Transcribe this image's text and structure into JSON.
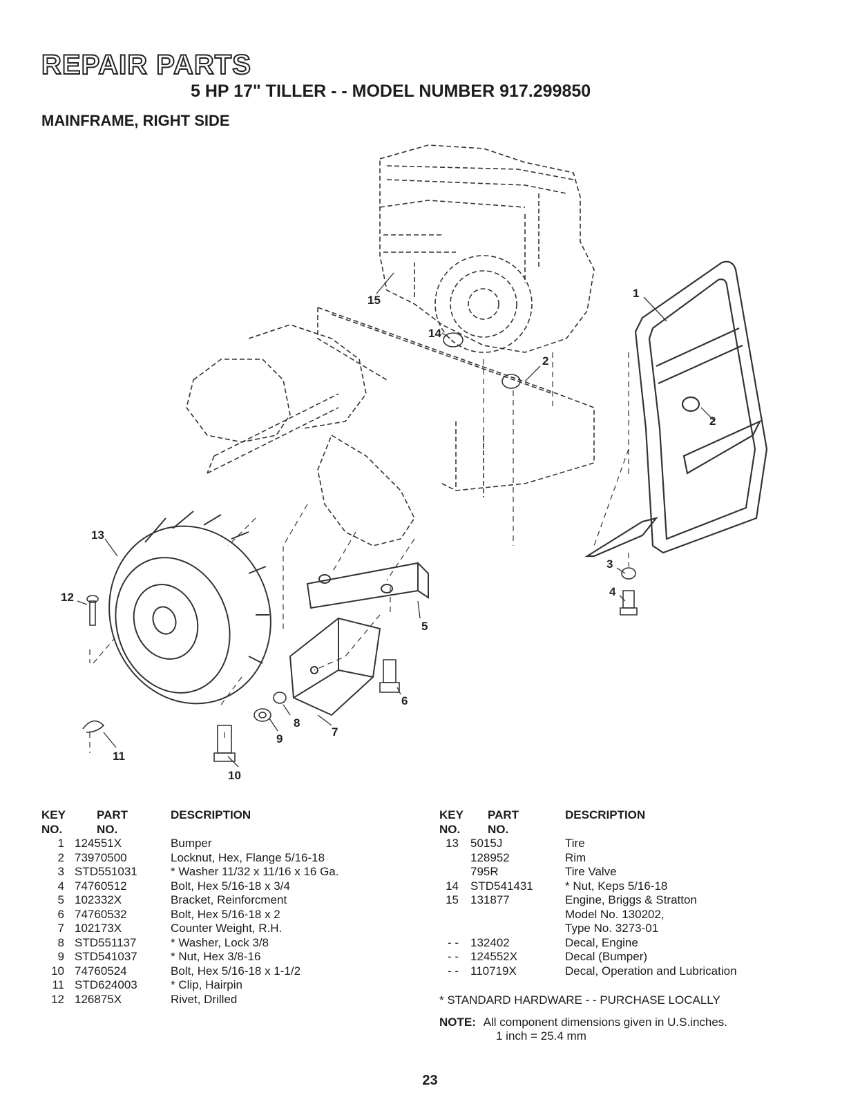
{
  "header": {
    "title": "REPAIR PARTS",
    "subtitle": "5 HP 17\" TILLER - - MODEL NUMBER 917.299850",
    "section": "MAINFRAME, RIGHT SIDE"
  },
  "diagram": {
    "callouts": [
      "1",
      "2",
      "2",
      "3",
      "4",
      "5",
      "6",
      "7",
      "8",
      "9",
      "10",
      "11",
      "12",
      "13",
      "14",
      "15"
    ]
  },
  "table_headers": {
    "key_line1": "KEY",
    "key_line2": "NO.",
    "part_line1": "PART",
    "part_line2": "NO.",
    "description": "DESCRIPTION"
  },
  "parts_left": [
    {
      "key": "1",
      "part": "124551X",
      "desc": "Bumper"
    },
    {
      "key": "2",
      "part": "73970500",
      "desc": "Locknut, Hex, Flange  5/16-18"
    },
    {
      "key": "3",
      "part": "STD551031",
      "desc": "* Washer  11/32 x 11/16 x 16 Ga."
    },
    {
      "key": "4",
      "part": "74760512",
      "desc": "Bolt, Hex  5/16-18 x 3/4"
    },
    {
      "key": "5",
      "part": "102332X",
      "desc": "Bracket, Reinforcment"
    },
    {
      "key": "6",
      "part": "74760532",
      "desc": "Bolt, Hex  5/16-18 x 2"
    },
    {
      "key": "7",
      "part": "102173X",
      "desc": "Counter Weight, R.H."
    },
    {
      "key": "8",
      "part": "STD551137",
      "desc": "* Washer, Lock  3/8"
    },
    {
      "key": "9",
      "part": "STD541037",
      "desc": "* Nut, Hex  3/8-16"
    },
    {
      "key": "10",
      "part": "74760524",
      "desc": "Bolt, Hex  5/16-18 x 1-1/2"
    },
    {
      "key": "11",
      "part": "STD624003",
      "desc": "* Clip, Hairpin"
    },
    {
      "key": "12",
      "part": "126875X",
      "desc": "Rivet, Drilled"
    }
  ],
  "parts_right": [
    {
      "key": "13",
      "part": "5015J",
      "desc": "Tire"
    },
    {
      "key": "",
      "part": "128952",
      "desc": "Rim"
    },
    {
      "key": "",
      "part": "795R",
      "desc": "Tire Valve"
    },
    {
      "key": "14",
      "part": "STD541431",
      "desc": "* Nut, Keps  5/16-18"
    },
    {
      "key": "15",
      "part": "131877",
      "desc": "Engine, Briggs & Stratton"
    },
    {
      "key": "",
      "part": "",
      "desc": "Model No. 130202,"
    },
    {
      "key": "",
      "part": "",
      "desc": "Type No. 3273-01"
    },
    {
      "key": "- -",
      "part": "132402",
      "desc": "Decal, Engine"
    },
    {
      "key": "- -",
      "part": "124552X",
      "desc": "Decal (Bumper)"
    },
    {
      "key": "- -",
      "part": "110719X",
      "desc": "Decal, Operation and Lubrication"
    }
  ],
  "footnotes": {
    "standard_hardware": "* STANDARD HARDWARE - - PURCHASE LOCALLY",
    "note_label": "NOTE:",
    "note_text": "All component dimensions given in U.S.inches.",
    "conversion": "1 inch = 25.4 mm"
  },
  "page_number": "23"
}
